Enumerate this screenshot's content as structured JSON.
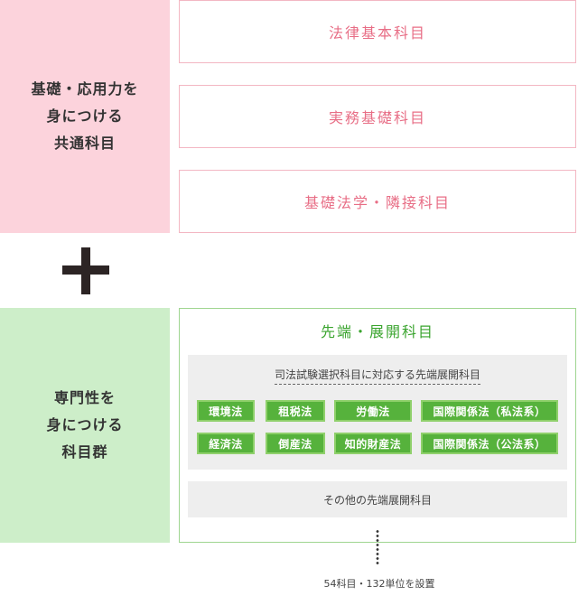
{
  "basic": {
    "title_lines": [
      "基礎・応用力を",
      "身につける",
      "共通科目"
    ],
    "subjects": [
      "法律基本科目",
      "実務基礎科目",
      "基礎法学・隣接科目"
    ]
  },
  "plus_symbol": "+",
  "specialized": {
    "title_lines": [
      "専門性を",
      "身につける",
      "科目群"
    ],
    "box_title": "先端・展開科目",
    "bar_caption": "司法試験選択科目に対応する先端展開科目",
    "tags_row1": [
      "環境法",
      "租税法",
      "労働法",
      "国際関係法（私法系）"
    ],
    "tags_row2": [
      "経済法",
      "倒産法",
      "知的財産法",
      "国際関係法（公法系）"
    ],
    "other": "その他の先端展開科目"
  },
  "footnote": "54科目・132単位を設置",
  "colors": {
    "pink_panel": "#fcd3dc",
    "pink_text": "#e86e86",
    "green_panel": "#cdeec9",
    "green_text": "#3aa42e",
    "tag_bg": "#56b23c"
  }
}
